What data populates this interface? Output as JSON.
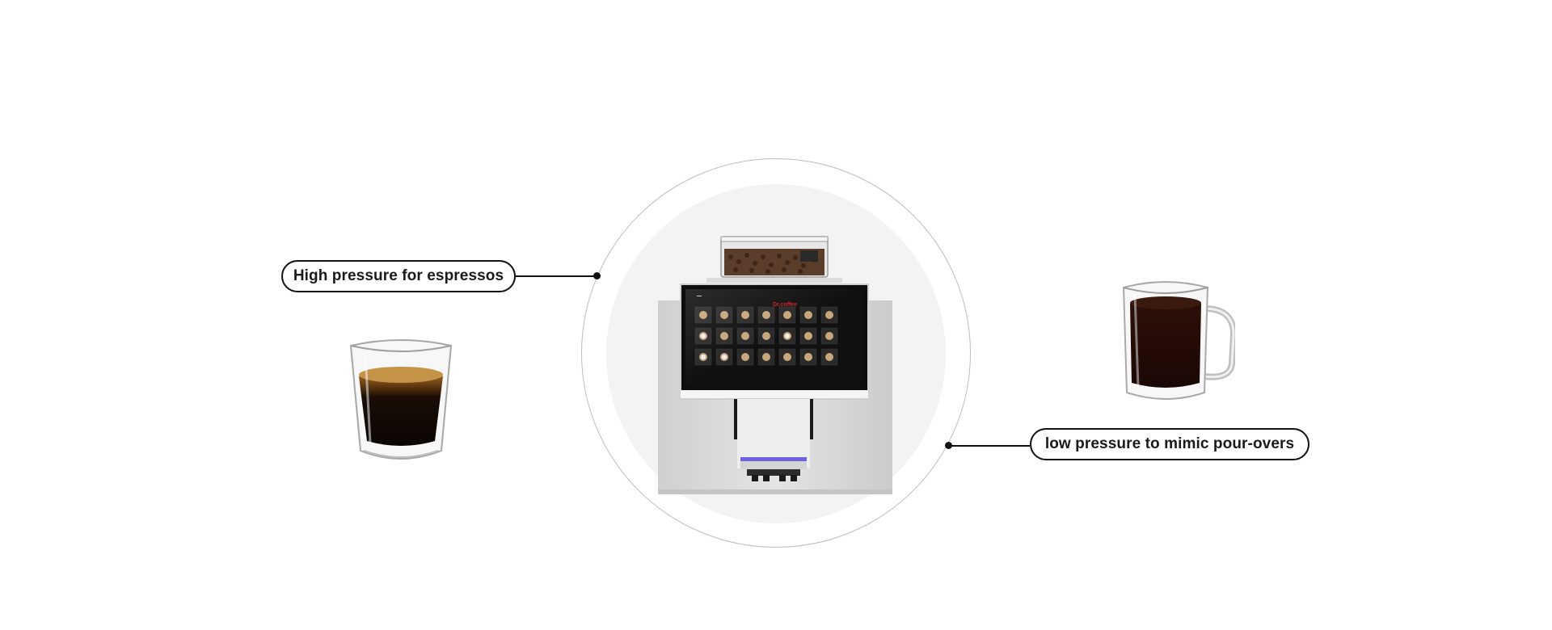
{
  "callouts": {
    "left": "High pressure for espressos",
    "right": "low pressure to mimic pour-overs"
  },
  "machine": {
    "brand_text": "Dr.coffee"
  },
  "colors": {
    "accent_dark": "#111111",
    "circle_border": "#bdbdbd",
    "circle_fill": "#f3f3f3",
    "brand_red": "#d3262b",
    "led_blue": "#6f62e0"
  },
  "icons": {
    "espresso_cup": "espresso-glass-icon",
    "coffee_mug": "coffee-mug-icon",
    "machine": "coffee-machine-icon"
  }
}
